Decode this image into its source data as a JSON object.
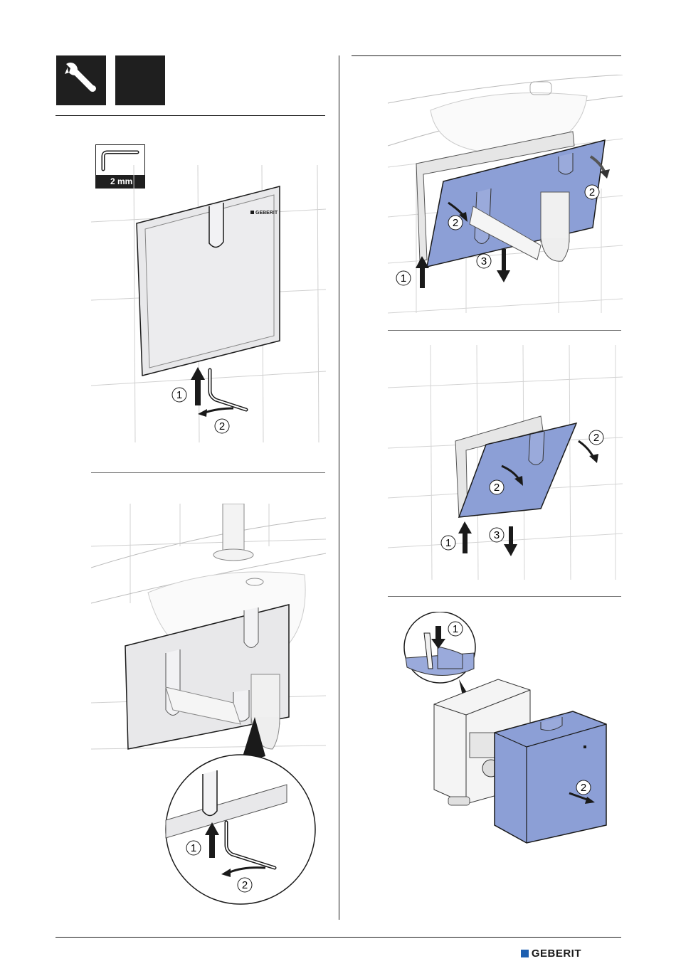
{
  "tool": {
    "size_label": "2 mm"
  },
  "brand": {
    "name": "GEBERIT"
  },
  "steps": {
    "one": "1",
    "two": "2",
    "three": "3"
  },
  "colors": {
    "cover_blue": "#8c9fd6",
    "cover_grey": "#e8e8ea",
    "line": "#1a1a1a",
    "tile_line": "#cfcfcf",
    "brand_blue": "#1d5fb0"
  }
}
